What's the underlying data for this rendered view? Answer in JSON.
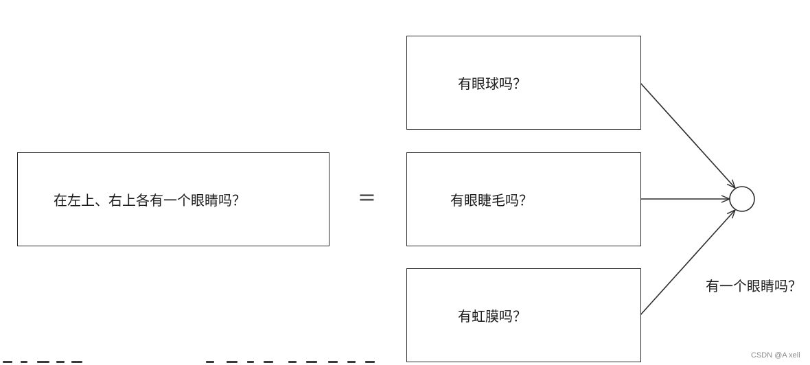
{
  "main_question": {
    "text": "在左上、右上各有一个眼睛吗？"
  },
  "equals_sign": "=",
  "sub_questions": [
    {
      "text": "有眼球吗？"
    },
    {
      "text": "有眼睫毛吗？"
    },
    {
      "text": "有虹膜吗？"
    }
  ],
  "output_label": "有一个眼睛吗？",
  "watermark": "CSDN @A xell",
  "colors": {
    "stroke": "#2b2b2b",
    "text": "#1a1a1a",
    "equals": "#555555",
    "watermark": "#8a8a8a"
  }
}
